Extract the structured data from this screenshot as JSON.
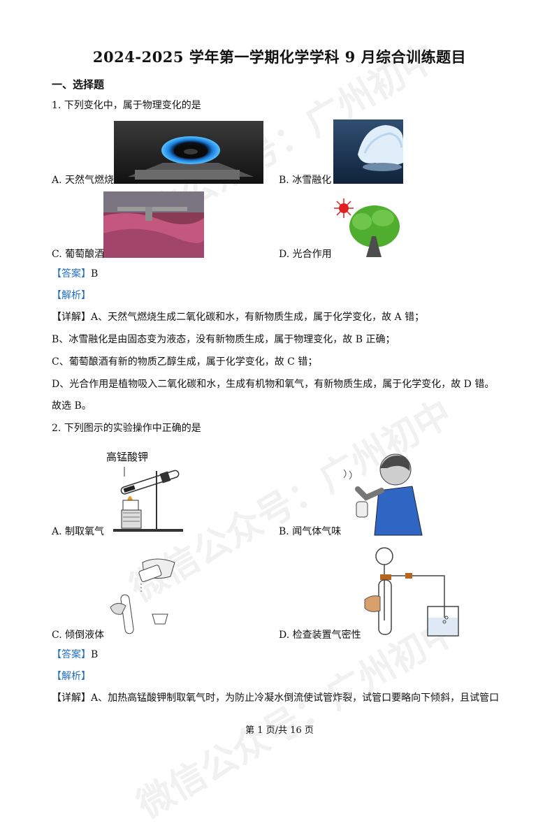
{
  "title": "2024-2025 学年第一学期化学学科 9 月综合训练题目",
  "watermark": "微信公众号：广州初中",
  "section": "一、选择题",
  "q1": {
    "stem": "1. 下列变化中，属于物理变化的是",
    "options": {
      "a": "A. 天然气燃烧",
      "b": "B. 冰雪融化",
      "c": "C. 葡萄酿酒",
      "d": "D. 光合作用"
    },
    "answer_tag": "【答案】",
    "answer": "B",
    "analysis_tag": "【解析】",
    "detail_tag": "【详解】",
    "detail_lines": [
      "A、天然气燃烧生成二氧化碳和水，有新物质生成，属于化学变化，故 A 错；",
      "B、冰雪融化是由固态变为液态，没有新物质生成，属于物理变化，故 B 正确；",
      "C、葡萄酿酒有新的物质乙醇生成，属于化学变化，故 C 错；",
      "D、光合作用是植物吸入二氧化碳和水，生成有机物和氧气，有新物质生成，属于化学变化，故 D 错。",
      "故选 B。"
    ]
  },
  "q2": {
    "stem": "2. 下列图示的实验操作中正确的是",
    "figure_label_a": "高锰酸钾",
    "options": {
      "a": "A. 制取氧气",
      "b": "B. 闻气体气味",
      "c": "C. 倾倒液体",
      "d": "D. 检查装置气密性"
    },
    "answer_tag": "【答案】",
    "answer": "B",
    "analysis_tag": "【解析】",
    "detail_tag": "【详解】",
    "detail_line": "A、加热高锰酸钾制取氧气时，为防止冷凝水倒流使试管炸裂，试管口要略向下倾斜，且试管口"
  },
  "footer": "第 1 页/共 16 页",
  "colors": {
    "tag": "#1f6fc4",
    "flame": "#1a7fe0",
    "tree": "#4fae2e",
    "sun": "#e02020"
  }
}
